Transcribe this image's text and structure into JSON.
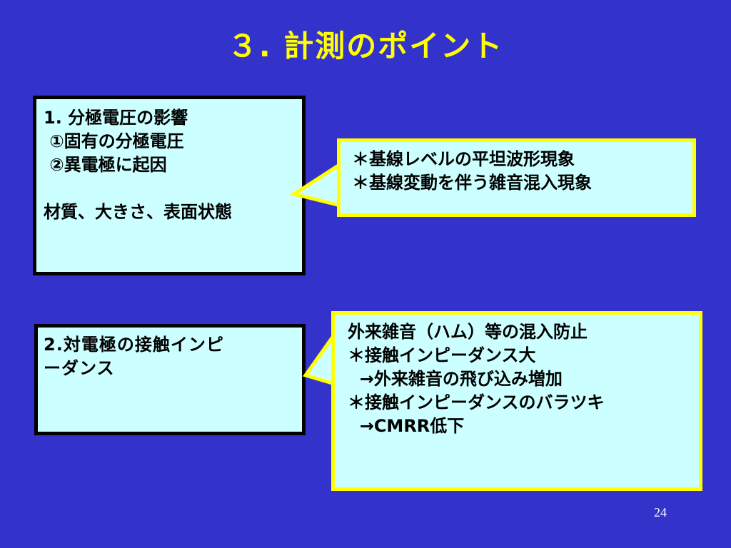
{
  "slide": {
    "title": "３. 計測のポイント",
    "page_number": "24"
  },
  "box1": {
    "lines": [
      "1. 分極電圧の影響",
      " ①固有の分極電圧",
      " ②異電極に起因",
      "",
      "材質、大きさ、表面状態"
    ]
  },
  "box2": {
    "lines": [
      "2.対電極の接触インピ",
      "ーダンス"
    ]
  },
  "callout1": {
    "lines": [
      "＊基線レベルの平坦波形現象",
      "＊基線変動を伴う雑音混入現象"
    ]
  },
  "callout2": {
    "lines": [
      "外来雑音（ハム）等の混入防止",
      "＊接触インピーダンス大",
      "  →外来雑音の飛び込み増加",
      "＊接触インピーダンスのバラツキ",
      "  →CMRR低下"
    ]
  },
  "colors": {
    "background": "#3333cc",
    "title": "#ffff00",
    "box_fill": "#ccffff",
    "callout_border": "#ffff00"
  }
}
